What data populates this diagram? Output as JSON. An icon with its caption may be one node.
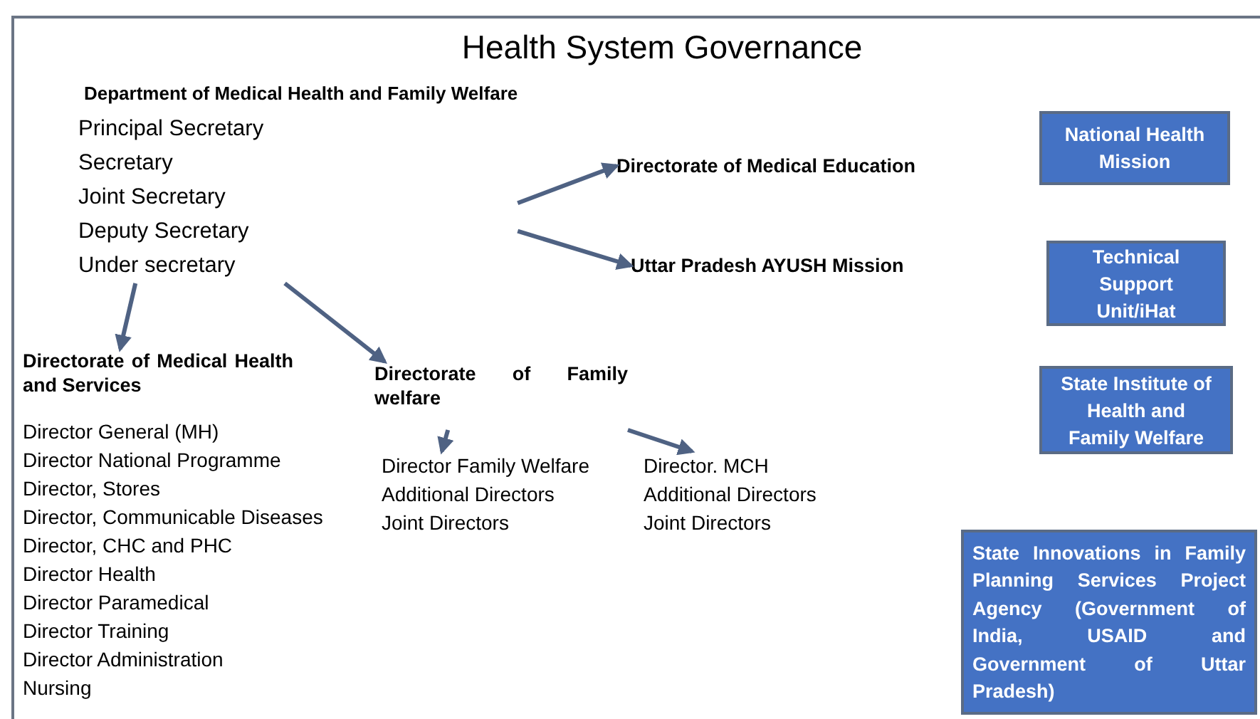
{
  "diagram": {
    "title": "Health System Governance",
    "nodes": [
      {
        "text": [
          "Department of Medical Health and Family Welfare",
          "Principal Secretary",
          "Secretary",
          "Joint Secretary",
          "Deputy Secretary",
          "Under secretary"
        ]
      },
      {
        "text": [
          "Directorate of Medical Education"
        ]
      },
      {
        "text": [
          "Uttar Pradesh AYUSH Mission"
        ]
      },
      {
        "text": [
          "Directorate of Medical Health and Services",
          "Director General (MH)",
          "Director National Programme",
          "Director, Stores",
          "Director, Communicable Diseases",
          "Director, CHC and PHC",
          "Director Health",
          "Director Paramedical",
          "Director Training",
          "Director Administration",
          "Nursing"
        ]
      },
      {
        "text": [
          "Directorate of Family welfare"
        ]
      },
      {
        "text": [
          "Director Family Welfare",
          "Additional Directors",
          "Joint Directors"
        ]
      },
      {
        "text": [
          "Director. MCH",
          "Additional Directors",
          "Joint Directors"
        ]
      },
      {
        "text": [
          "National Health Mission"
        ]
      },
      {
        "text": [
          "Technical Support Unit/iHat"
        ]
      },
      {
        "text": [
          "State Institute of Health and Family Welfare"
        ]
      },
      {
        "text": [
          "State Innovations in Family Planning Services Project Agency (Government of India, USAID and Government of Uttar Pradesh)"
        ]
      }
    ],
    "edges": [
      {
        "from": 0,
        "to": 1,
        "arrow": "to"
      },
      {
        "from": 0,
        "to": 2,
        "arrow": "to"
      },
      {
        "from": 0,
        "to": 3,
        "arrow": "to"
      },
      {
        "from": 0,
        "to": 4,
        "arrow": "to"
      },
      {
        "from": 4,
        "to": 5,
        "arrow": "to"
      },
      {
        "from": 4,
        "to": 6,
        "arrow": "to"
      }
    ]
  }
}
